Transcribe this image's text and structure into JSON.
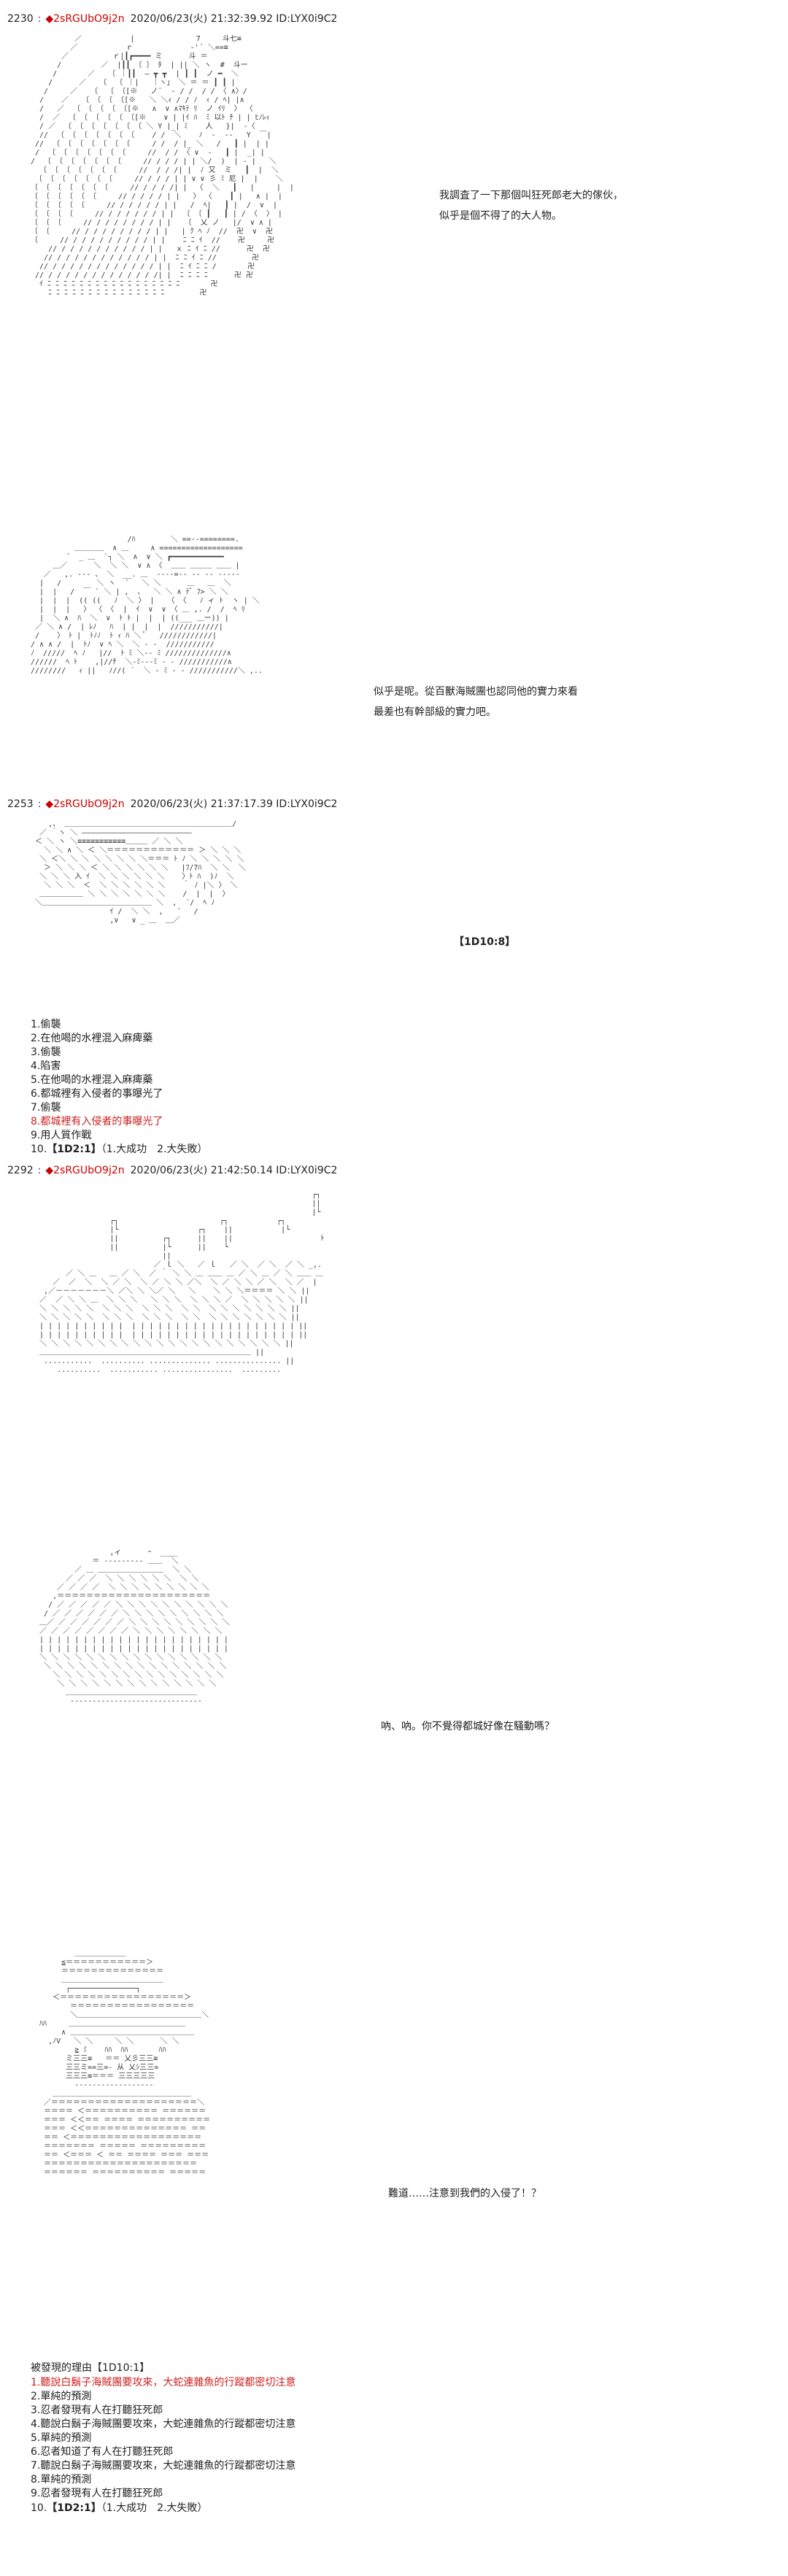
{
  "posts": [
    {
      "num": "2230",
      "colon": ":",
      "trip": "◆2sRGUbO9j2n",
      "date": "2020/06/23(火) 21:32:39.92 ID:LYX0i9C2",
      "art": [
        "          ／           |              7     斗七≡",
        "         ／           ｒ             ‐'´ ＼==≡",
        "       ／          ｒ|┃┏━━━━ ミ      斗 ＝",
        "      /         ／  |┃┃ 〔 〕 ﾀ  | || ＼ ヽ  #  斗ー",
        "     /       ／   〔 ｜┃┃  ― ┳ ┳  | ┃ ┃  ノ ━  ＼",
        "    /      ／   〔  〔 ｜|   ｜ヽ」 ＼ ＝ ＝ ┃ ┃ |",
        "   /     ／   〔  〔 〔[※   ノ¨  ‐ / /  / / 〈 ∧〉/",
        "  /    ／   〔 〔 〔 〔[※   ＼ ＼ｨ / / ﾉ  ｨ / ﾍ| |∧",
        "  /   ／  〔 〔 〔 〔 〔[※   ∧  ∨ ∧ﾏｷﾃ ﾘ  ノ ｲﾘ  〉 〈",
        "  /  ／  〔 〔 〔 〔 〔 〔[※    ∨ | |ｲ ﾊ  ﾐ 以ﾄ ﾁ | | ﾋﾉﾚｨ",
        "  / ／  〔 〔 〔 〔 〔 〔 〔 ＼ Y |_| ﾐ    人   }|  ‐〈",
        "  //  〔 〔 〔 〔 〔 〔 〔    / /  ＼    ﾉ  ‐  ‐‐   Y  ￣|",
        " //  〔 〔 〔 〔 〔 〔 〔     / /  / |_ ＼   /   ┃ |  | |",
        " /  〔 〔 〔 〔 〔 〔 〔     //  / / 〈 ∨  ‐   ┃ |  _| |",
        "/  〔 〔 〔 〔 〔 〔 〔     // / / / | | ＼/  )  | ‐ |   ＼",
        "  〔 〔 〔 〔 〔 〔 〔     //  / / /| |  ﾉ 又  ミ   ┃  |  ＼",
        " 〔 〔 〔 〔 〔 〔 〔     // / / / | | ∨ ∨ 彡 ﾐ 尼 |  |    ＼",
        "〔 〔 〔 〔 〔 〔 〔     // / / / /| |  〈  ＼   ┃   |     |  |",
        "〔 〔 〔 〔 〔 〔     // / / / / | |   〉 〈    ┃ |   ∧ |  |",
        "〔 〔 〔 〔 〔     // / / / / / | |   /  ﾍ|   ┃ |  /  ∨  |",
        "〔 〔 〔 〔     // / / / / / / | |  〔 〔 ┃   ┃ | / 〈  〉 |",
        "〔 〔 〔     // / / / / / / / | |   〔  乂 ノ   |/  ∨ ∧ |",
        "〔 〔     // / / / / / / / / | |   | ｸ ﾍ ﾉ  //  卍  ∨  卍",
        "〔     // / / / / / / / / / | |    ﾆ ﾆ ｲ  //    卍     卍",
        "    // / / / / / / / / / / | |   ｘ ﾆ ｲ ﾆ //      卍  卍",
        "   // / / / / / / / / / / / | |  ﾆ ﾆ ｲ ﾆ //        卍",
        "  // / / / / / / / / / / / / | |  ﾆ ｲ ﾆ ﾆ /       卍",
        " // / / / / / / / / / / / / /| |  ﾆ ﾆ ﾆ ﾆ      卍 卍",
        "  ｲ ﾆ ﾆ ﾆ ﾆ ﾆ ﾆ ﾆ ﾆ ﾆ ﾆ ﾆ ﾆ ﾆ ﾆ ﾆ ﾆ ﾆ       卍",
        "    ﾆ ﾆ ﾆ ﾆ ﾆ ﾆ ﾆ ﾆ ﾆ ﾆ ﾆ ﾆ ﾆ ﾆ ﾆ        卍"
      ],
      "dialog1": [
        "我調査了一下那個叫狂死郎老大的傢伙，",
        "似乎是個不得了的大人物。"
      ],
      "art2": [
        "                      /ﾊ        ＼ ==--========.",
        "          ＿＿＿＿  ∧ ＿     ∧ ===================",
        "        ´  _ ＿  `┐ ＼  ∧  ∨ ＼ ┏━━━━━━━━━━━━",
        "     ＿／      ＼  ＼ ＼  ∨ ∧ 〈  ＿＿ ＿＿＿ ＿＿ |",
        "   ／   ,. ‐‐‐ 、 ＼  __. ＿  ‐‐‐‐=‐‐ ‐‐ ‐‐ ‐‐‐‐‐",
        "  |   /        ＼ ヽ  ´   ＼ ＼      ＿   ＿  ＼",
        "  |  |   /  ￣ ` ＼ | ,  、  ＼ ＼ ∧ ﾃ゛ﾌ> ＼ ＼",
        "  |  |  |  (( ((   ﾉ  ＼ 〉 |   〈 〈   ﾉ ィ ﾄ  ヽ | ＼",
        "  |  |  |   〉 〈 〈  |  ｲ  ∨  ∨ 〈 ＿ ,. /  /  ﾍ ﾘ",
        "  |  ＼ ∧  ﾊ  ＼  ∨  ﾄ ﾄ |  |  | ((___ ＿ー)) |",
        " ／ ＼ ∧ /  | ﾚﾉ   ﾊ  | |  |  |  ///////////|",
        " /    〉 ﾄ |  ﾄﾉﾉ  ﾄ ｨ ﾊ ＼ ﾟ   ////////////|",
        "/ ∧ ∧ /  |  ﾄﾉ  ∨ ﾍ ＼  ＼ ‐ ‐  ///////////",
        "ﾉ  /////  ﾍ ﾉ   |//  ﾄ ﾐ ＼‐‐ ﾐ //////////////∧",
        "//////  ﾍ ﾄ    ,|//ﾁ  ＼‐ﾐ‐‐‐ﾐ ‐ ‐ ///////////∧",
        "////////   ｨ ||   ﾉ//( ´  ＼ ‐ ﾐ ‐ ‐ ///////////＼ ,.."
      ],
      "dialog2": [
        "似乎是呢。從百獸海賊團也認同他的實力來看",
        "最差也有幹部級的實力吧。"
      ]
    },
    {
      "num": "2253",
      "colon": ":",
      "trip": "◆2sRGUbO9j2n",
      "date": "2020/06/23(火) 21:37:17.39 ID:LYX0i9C2",
      "art": [
        "    ,、 ＿＿＿＿＿＿＿＿＿＿＿＿＿＿＿＿＿＿＿＿＿＿＿/",
        "  ／ ｀ヽ ＼ ―――――――――――――――――――――――――",
        " ＜ ＼ ヽ ＼≡≡≡≡≡≡≡≡≡≡≡＿＿＿ ／ ＼ ＼",
        "   ＼ ＼ ∧ ＼ ＜ ＼＝＝＝＝＝＝＝＝＝＝＝＝ ＞ ＼ ＼ ＼",
        "  ＼ ＜＼ ＼ ＼ ＼ ＼ ＼ ＼ ＼＝＝＝ ﾄ ﾉ ＼ ＼ ＼ ＼ ＼",
        "   ＞ ＼ ＼ ＼ ＜ ＼ ＼ ＼ ＼ ＼ ＼   |ﾌ/7ﾊ  ＼ ＼  ＼",
        "  ＼ ＼ ＼ 入 ｲ  ＼ ＼ ＼ ＼ ＼ ＼    〉ﾄ ﾊ  )ﾉ  ＼",
        "   ＼ ＼ ＼  ＜  ＼ ＼ ＼ ＼ ＼ ＼    ｀ ﾉ |＼ 〉 ＼",
        "  ＿＿＿＿＿＿ ＼ ＼ ＼ ＼ ＼ ＼ ＼    /  |  |  〉",
        " ＼＿＿＿＿＿＿＿＿＿＿＿＿＿＿＿ ＼  ,  ´/  ﾍ ﾉ",
        "                  ｲ /  ＼ ＼  ,   ´   /",
        "                  ,∨   ∨ _ ＿  ＿／"
      ],
      "dice_tag": "【1D10:8】",
      "items": [
        "1.偷襲",
        "2.在他喝的水裡混入麻痺藥",
        "3.偷襲",
        "4.陷害",
        "5.在他喝的水裡混入麻痺藥",
        "6.都城裡有入侵者的事曝光了",
        "7.偷襲",
        "8.都城裡有入侵者的事曝光了",
        "9.用人質作戰"
      ],
      "highlight_item": 7,
      "dice_num": "10.",
      "dice_result": "【1D2:1】",
      "dice_desc": "（1.大成功　2.大失敗）"
    },
    {
      "num": "2292",
      "colon": ":",
      "trip": "◆2sRGUbO9j2n",
      "date": "2020/06/23(火) 21:42:50.14 ID:LYX0i9C2",
      "art": [
        "                                                                ┌┐",
        "                                                                ||",
        "                                                                |└",
        "                  ┌┐                       ┌┐           ┌┐",
        "                  |└                  ┌┐    ||           |└",
        "                  ||          ┌┐      ||    ||                    ﾄ",
        "                  ||          |└      ||    └",
        "                              ||",
        "                            ／ ｌ ＼   ／ ｌ   ／ ＼  ／ ＼  ／ ＼ _,.",
        "        ／ ＼ ＿   ＿ ／ ＼  ／ ｀ ＼ ＼ ＿ ＿＿ ＿ ／ ＼ ＿ ／ ＼ ＿＿ ＿",
        "     ／  ／  ＼  ＼ ／ ＼  ＼ ／ ＼ ＼ ／＼  ＼ ／ ＼ ＼ ／ ＼  ＼ ／  |",
        "   ,／－－－－－－－＼ ／＼ ＼ ＼／ ＼   ＼    ＼ ＼ ＼＝＝＝＝ ＼ ＼ ||",
        "  ／  ／ ＼ ＼ ＿  ＼ ＼ ＼   ＼ ＼ ＼  ＼ ＼ ＼ ／  ＼ ＼ ＼ ＼ ＼ ||",
        "  ＼ ＼ ＼ ＼ ＼  ＼ ＼ ＼  ＼ ＼ ＼  ＼ ＼  ＼ ＼ ＼ ＼ ＼ ＼ ＼ ||",
        "  ＼ ＼ ＼ ＼ ＼  ＼ ＼ ＼  ＼ ＼ ＼  ＼ ＼  ＼ ＼ ＼ ＼ ＼ ＼ ＼ ||",
        "  | | | | | | | | | |  | | | | | | | | | | | | | | | | | | | ||",
        "  | | | | | | | | | |  | | | | | | | | | | | | | | | | | | | ||",
        "  ＼ ＼ ＼ ＼ ＼ ＼ ＼ ＼ ＼ ＼ ＼ ＼ ＼ ＼ ＼ ＼ ＼ ＼ ＼ ＼ ＼ ||",
        "  ＿＿＿＿＿＿＿＿＿＿＿＿＿＿＿＿＿＿＿＿＿＿＿＿＿＿＿＿＿ ||",
        "   ...........  .......... .............. ............... ||",
        "      ..........  ........... ................  ........."
      ],
      "art2": [
        "                  ,ィ      ｰ  ____",
        "              ＝ ‐‐‐‐‐‐‐‐‐ ＿＿  ＼",
        "          ／ ＿ ＿＿＿＿＿＿＿＿＿  ＼ ＼",
        "        ／ ／ ／  ＼ ＼ ＼ ＼ ＼ ＼  ＼ ＼",
        "      ／ ／ ／ ／  ＼ ＼ ＼ ＼ ＼ ＼ ＼ ＼ ＼",
        "     ,＝＝＝＝＝＝＝＝＝＝＝＝＝＝＝＝＝＝＝＝＝",
        "    / ／ ／ ／ ／ ／ ＼ ＼ ＼ ＼ ＼ ＼ ＼ ＼ ＼ ＼",
        "   / ／ ／ ／ ／ ／ ／ ＼ ＼ ＼ ＼ ＼ ＼ ＼ ＼ ＼",
        "  ＿／ ／ ／ ／ ／ ／ ／ ＼ ＼ ＼ ＼ ＼ ＼ ＼ ＼ ＼",
        "  ／ ／ ／ ／ ／ ／ ／ ／ ＼ ＼ ＼ ＼ ＼ ＼ ＼ ＼",
        "  | | | | | | | | | | | | | | | | | | | | | |",
        "  | | | | | | | | | | | | | | | | | | | | | |",
        "  ＼ ＼ ＼ ＼ ＼ ＼ ＼ ＼ ＼ ＼ ＼ ＼ ＼ ＼ ＼ ＼",
        "   ＼ ＼ ＼ ＼ ＼ ＼ ＼ ＼ ＼ ＼ ＼ ＼ ＼ ＼ ＼ ＼",
        "     ＼ ＼ ＼ ＼ ＼ ＼ ＼ ＼ ＼ ＼ ＼ ＼ ＼ ＼ ＼",
        "      ＼ ＼ ＼ ＼ ＼ ＼ ＼ ＼ ＼ ＼ ＼ ＼ ＼ ＼",
        "        ＿＿＿＿＿＿＿＿＿＿＿＿＿＿＿＿＿＿",
        "         ‐‐‐‐‐‐‐‐‐‐‐‐‐‐‐‐‐‐‐‐‐‐‐‐‐‐‐‐‐‐"
      ],
      "dialog1": [
        "吶、吶。你不覺得都城好像在騷動嗎？"
      ],
      "art3": [
        "          ＿＿＿＿＿＿＿",
        "       ≦＝＝＝＝＝＝＝＝＝＝＝＞",
        "       ＝＝＝＝＝＝＝＝＝＝＝＝＝＝",
        "       ＿＿＿＿＿＿＿＿＿＿＿＿＿＿",
        "        ┌───────────────┐",
        "     ＜＝＝＝＝＝＝＝＝＝＝＝＝＝＝＝＝＝＞",
        "         ＝＝＝＝＝＝＝＝＝＝＝＝＝＝＝＝＝",
        "         ＼＿＿＿＿＿＿＿＿＿＿＿＿＿＿＿＿＿＼",
        "  ﾊﾊ     ＿＿＿＿＿＿＿＿＿＿＿＿＿＿＿＿",
        "       ∧ ＿＿＿＿＿＿＿＿＿＿＿＿＿＿＿＿＿",
        "    ,ﾉV   ＼ ＼     ＼ ＼      ＼ ＼",
        "          ≧ ﾐ    ﾊﾊ  ﾊﾊ       ﾊﾊ",
        "        ミ三三≡   ＝＝ 乂彡三三≡",
        "        三三ミ==三=- 从 乂ｼ三三=",
        "        三三三≡＝＝＝ 三三三三三",
        "          ‐‐‐‐‐‐‐‐‐‐‐‐‐‐‐‐‐‐",
        "     ＿＿＿＿＿＿＿＿＿＿＿＿＿＿＿＿＿＿＿",
        "   ／＝＝＝＝＝＝＝＝＝＝＝＝＝＝＝＝＝＝＝＝＼",
        "   ＝＝＝＝ ＜＝＝＝＝＝＝＝＝＝＝ ＝＝＝＝＝＝",
        "   ＝＝＝ ＜＜＝＝ ＝＝＝＝ ＝＝＝＝＝＝＝＝＝＝",
        "   ＝＝＝ ＜＜＝＝＝＝＝＝＝＝＝＝＝＝＝＝ ＝＝",
        "   ＝＝ ＜＝＝＝＝＝＝＝＝＝＝＝＝＝＝＝＝＝＝",
        "   ＝＝＝＝＝＝＝ ＝＝＝＝＝ ＝＝＝＝＝＝＝＝＝",
        "   ＝＝ ＜＝＝＝ ＜ ＝＝ ＝＝＝＝ ＝＝＝ ＝＝＝",
        "   ＝＝＝＝＝＝＝＝＝＝＝＝＝＝＝＝＝＝＝＝＝",
        "   ＝＝＝＝＝＝ ＝＝＝＝＝＝＝＝＝＝ ＝＝＝＝＝"
      ],
      "dialog2": [
        "難道……注意到我們的入侵了！？"
      ],
      "list_title": "被發現的理由【1D10:1】",
      "items": [
        "1.聽說白鬍子海賊團要攻來，大蛇連雜魚的行蹤都密切注意",
        "2.單純的預測",
        "3.忍者發現有人在打聽狂死郎",
        "4.聽說白鬍子海賊團要攻來，大蛇連雜魚的行蹤都密切注意",
        "5.單純的預測",
        "6.忍者知道了有人在打聽狂死郎",
        "7.聽說白鬍子海賊團要攻來，大蛇連雜魚的行蹤都密切注意",
        "8.單純的預測",
        "9.忍者發現有人在打聽狂死郎"
      ],
      "highlight_item": 0,
      "dice_num": "10.",
      "dice_result": "【1D2:1】",
      "dice_desc": "（1.大成功　2.大失敗）"
    }
  ],
  "colors": {
    "trip": "#cc0000",
    "highlight": "#cc2222",
    "text": "#222222"
  }
}
